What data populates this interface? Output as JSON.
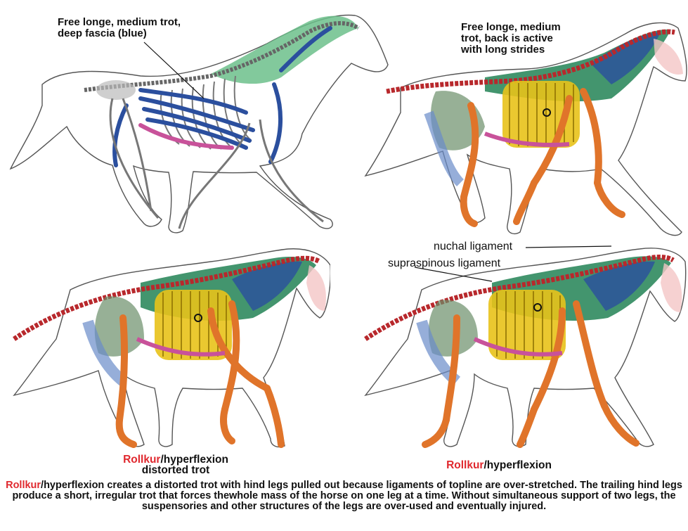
{
  "panels": {
    "top_left": {
      "label": "Free longe, medium trot,\ndeep fascia (blue)"
    },
    "top_right": {
      "label": "Free longe, medium\ntrot, back is active\nwith long strides"
    },
    "bottom_left": {
      "label_red": "Rollkur",
      "label_rest": "/hyperflexion",
      "label_line2": "distorted trot"
    },
    "bottom_right": {
      "label_red": "Rollkur",
      "label_rest": "/hyperflexion",
      "annotation_nuchal": "nuchal ligament",
      "annotation_supraspinous": "supraspinous ligament"
    }
  },
  "caption": {
    "red_word": "Rollkur",
    "text": "/hyperflexion creates a distorted trot with hind legs pulled out because ligaments of topline are over-stretched. The trailing hind legs produce a short, irregular trot that forces thewhole mass of the horse on one leg at a time. Without simultaneous support of two legs, the suspensories and other structures of the legs are over-used and eventually injured."
  },
  "colors": {
    "outline": "#444444",
    "fascia_blue": "#2b4f9e",
    "muscle_green": "#2f8a5e",
    "neck_green": "#6cc08b",
    "spine_red": "#b8282c",
    "leg_orange": "#e0742a",
    "ribs_yellow": "#e8c21a",
    "pink_ligament": "#c8529a",
    "label_red": "#e0282e"
  }
}
